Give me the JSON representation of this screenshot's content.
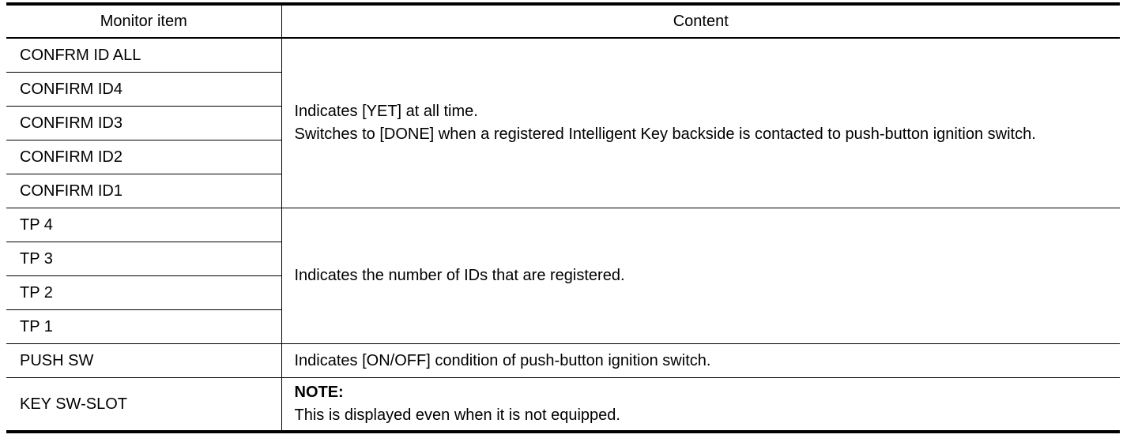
{
  "table": {
    "headers": {
      "monitor_item": "Monitor item",
      "content": "Content"
    },
    "group1": {
      "items": [
        "CONFRM ID ALL",
        "CONFIRM ID4",
        "CONFIRM ID3",
        "CONFIRM ID2",
        "CONFIRM ID1"
      ],
      "content_line1": "Indicates [YET] at all time.",
      "content_line2": "Switches to [DONE] when a registered Intelligent Key backside is contacted to push-button ignition switch."
    },
    "group2": {
      "items": [
        "TP 4",
        "TP 3",
        "TP 2",
        "TP 1"
      ],
      "content": "Indicates the number of IDs that are registered."
    },
    "group3": {
      "item": "PUSH SW",
      "content": "Indicates [ON/OFF] condition of push-button ignition switch."
    },
    "group4": {
      "item": "KEY SW-SLOT",
      "note_label": "NOTE:",
      "note_text": "This is displayed even when it is not equipped."
    }
  }
}
